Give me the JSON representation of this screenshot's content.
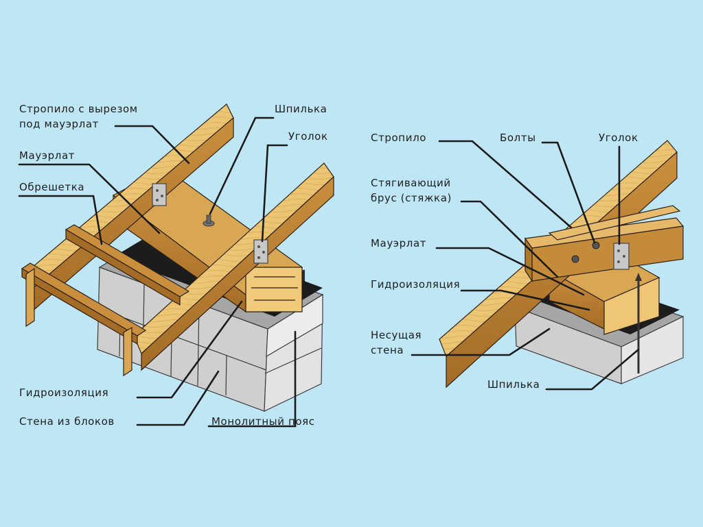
{
  "palette": {
    "background": "#bfe6f4",
    "wood_light": "#f2cc78",
    "wood_mid": "#dcab4e",
    "wood_dark": "#a9732a",
    "block_light": "#dcdcdc",
    "block_mid": "#b9b9b9",
    "block_dark": "#8e8e8e",
    "membrane": "#1c1c1c"
  },
  "left_diagram": {
    "labels": {
      "rafter_notch_line1": "Стропило с вырезом",
      "rafter_notch_line2": "под мауэрлат",
      "mauerlat": "Мауэрлат",
      "batten": "Обрешетка",
      "stud": "Шпилька",
      "bracket": "Уголок",
      "waterproofing": "Гидроизоляция",
      "block_wall": "Стена из блоков",
      "monolithic_belt": "Монолитный пояс"
    }
  },
  "right_diagram": {
    "labels": {
      "rafter": "Стропило",
      "bolts": "Болты",
      "bracket": "Уголок",
      "tie_beam_line1": "Стягивающий",
      "tie_beam_line2": "брус (стяжка)",
      "mauerlat": "Мауэрлат",
      "waterproofing": "Гидроизоляция",
      "wall_line1": "Несущая",
      "wall_line2": "стена",
      "stud": "Шпилька"
    }
  }
}
